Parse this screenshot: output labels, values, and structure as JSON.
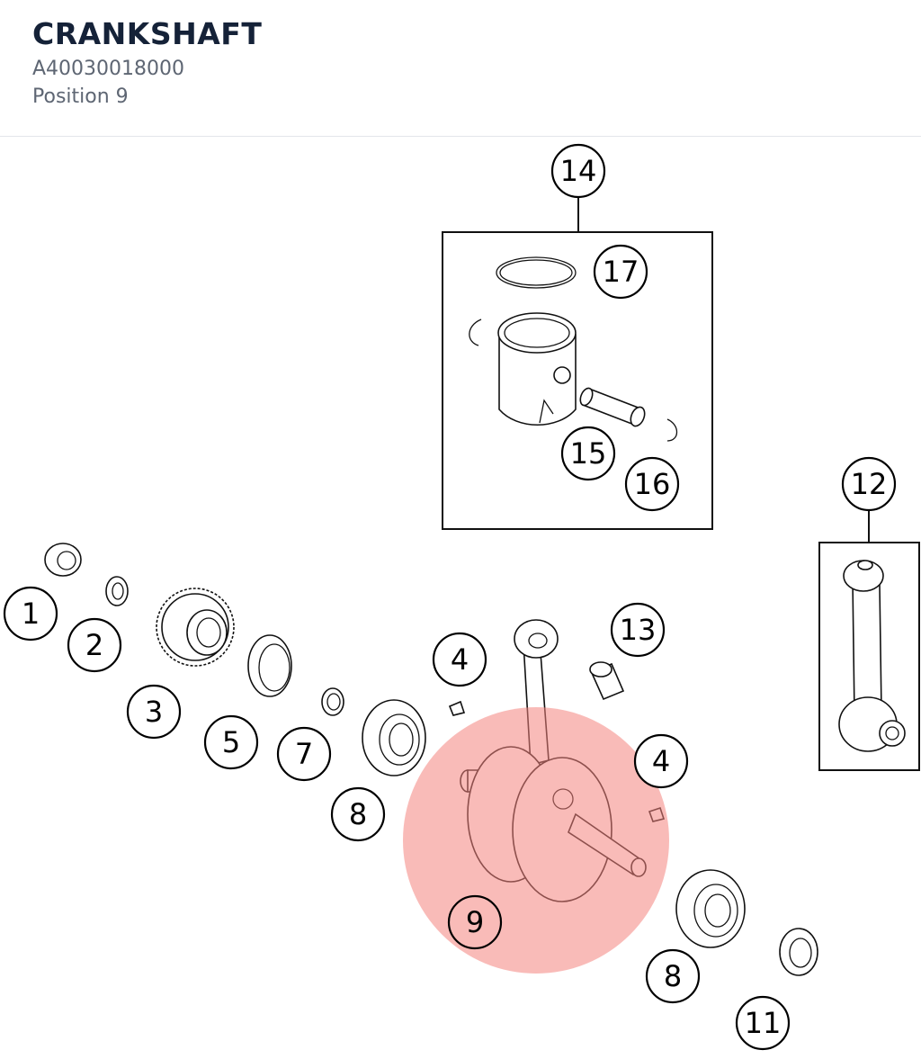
{
  "header": {
    "title": "CRANKSHAFT",
    "part_number": "A40030018000",
    "position": "Position 9"
  },
  "diagram": {
    "highlight_color": "#f4837d",
    "callouts": [
      {
        "id": "c1",
        "label": "1"
      },
      {
        "id": "c2",
        "label": "2"
      },
      {
        "id": "c3",
        "label": "3"
      },
      {
        "id": "c5",
        "label": "5"
      },
      {
        "id": "c7",
        "label": "7"
      },
      {
        "id": "c8a",
        "label": "8"
      },
      {
        "id": "c4a",
        "label": "4"
      },
      {
        "id": "c13",
        "label": "13"
      },
      {
        "id": "c4b",
        "label": "4"
      },
      {
        "id": "c9",
        "label": "9"
      },
      {
        "id": "c8b",
        "label": "8"
      },
      {
        "id": "c11",
        "label": "11"
      },
      {
        "id": "c12",
        "label": "12"
      },
      {
        "id": "c14",
        "label": "14"
      },
      {
        "id": "c17",
        "label": "17"
      },
      {
        "id": "c15",
        "label": "15"
      },
      {
        "id": "c16",
        "label": "16"
      }
    ]
  }
}
